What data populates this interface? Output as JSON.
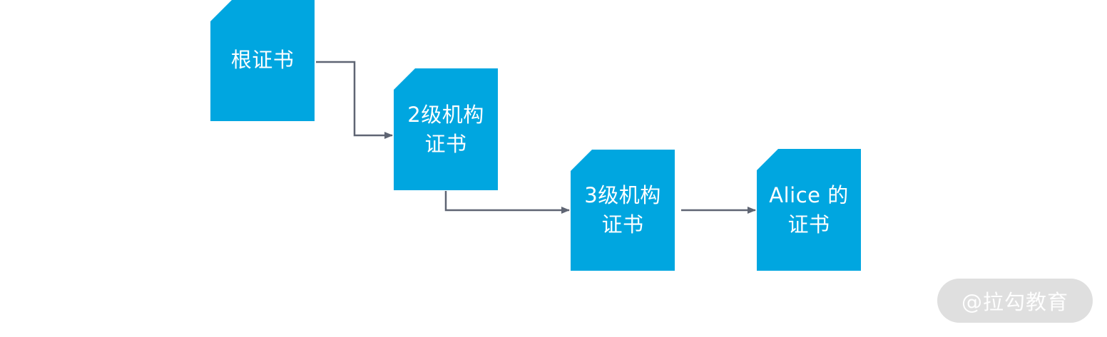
{
  "nodes": {
    "root": {
      "line1": "根证书",
      "line2": ""
    },
    "level2": {
      "line1": "2级机构",
      "line2": "证书"
    },
    "level3": {
      "line1": "3级机构",
      "line2": "证书"
    },
    "alice": {
      "line1": "Alice 的",
      "line2": "证书"
    }
  },
  "watermark": "@拉勾教育",
  "colors": {
    "node_fill": "#00a6e0",
    "node_text": "#ffffff",
    "connector": "#5f6573"
  }
}
